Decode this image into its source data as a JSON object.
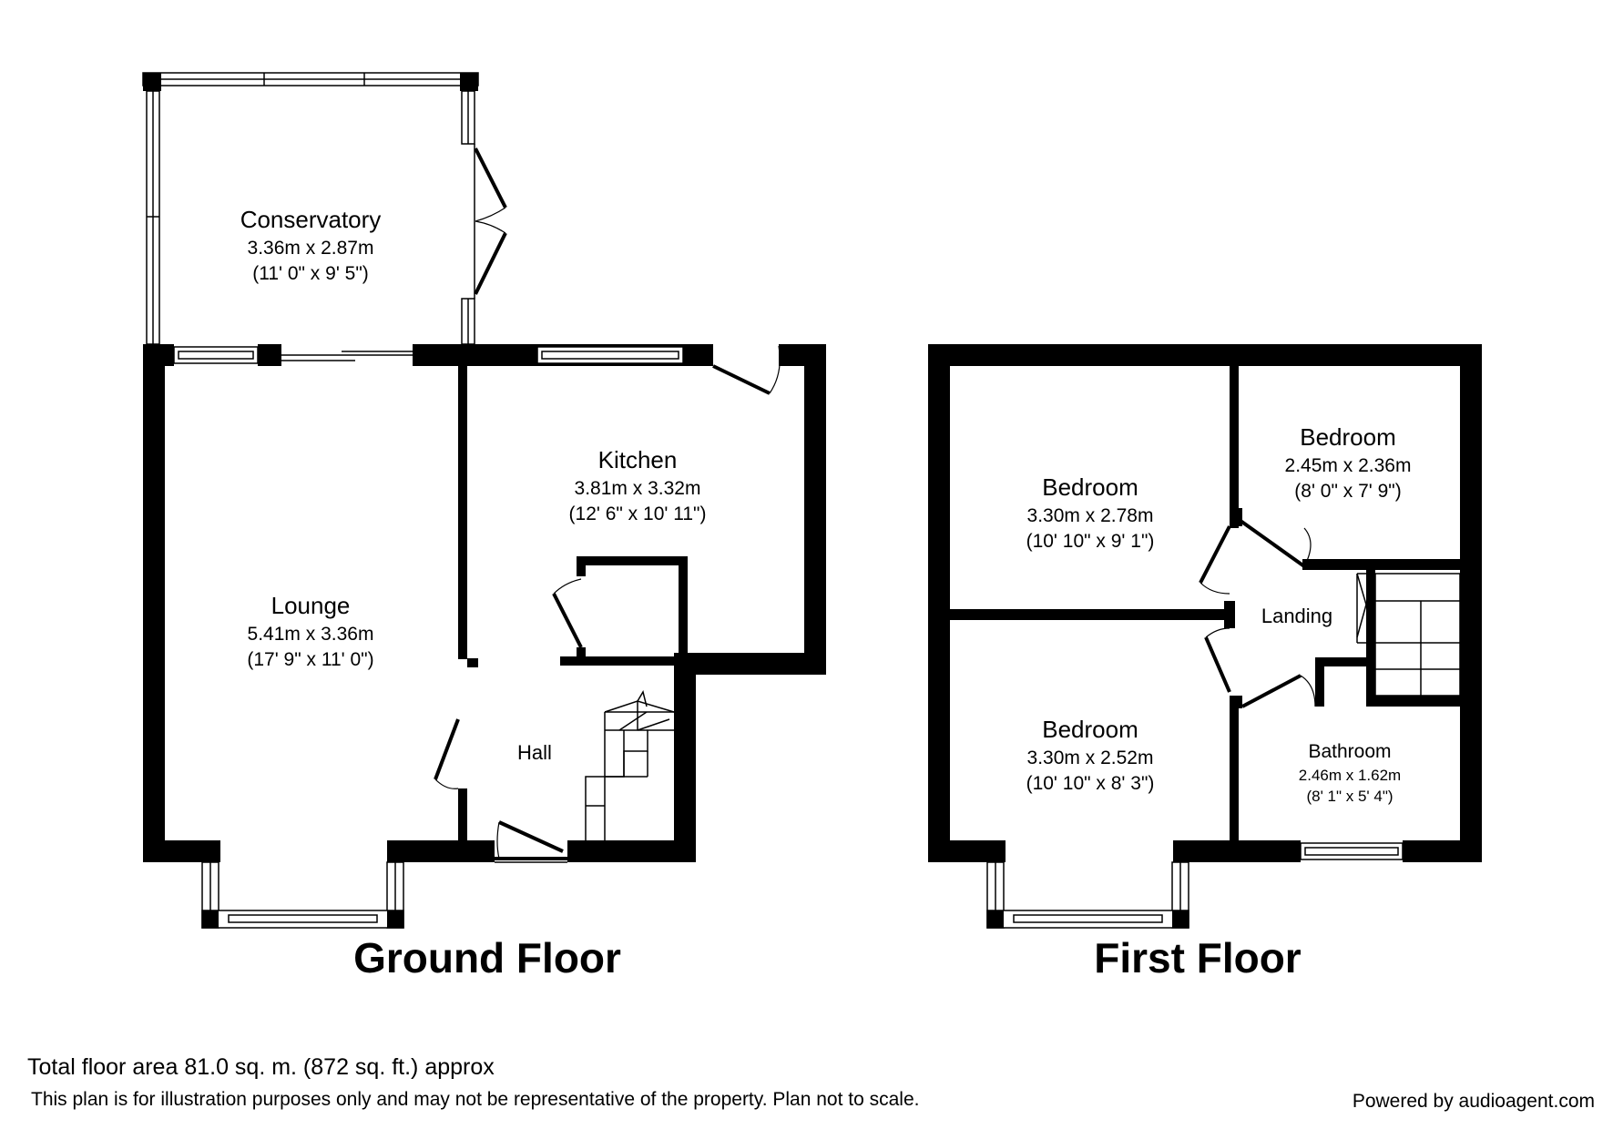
{
  "ground_floor": {
    "title": "Ground Floor",
    "rooms": {
      "conservatory": {
        "name": "Conservatory",
        "size_metric": "3.36m x 2.87m",
        "size_imperial": "(11' 0\" x 9' 5\")"
      },
      "kitchen": {
        "name": "Kitchen",
        "size_metric": "3.81m x 3.32m",
        "size_imperial": "(12' 6\" x 10' 11\")"
      },
      "lounge": {
        "name": "Lounge",
        "size_metric": "5.41m x 3.36m",
        "size_imperial": "(17' 9\" x 11' 0\")"
      },
      "hall": {
        "name": "Hall"
      }
    }
  },
  "first_floor": {
    "title": "First Floor",
    "rooms": {
      "bedroom_1": {
        "name": "Bedroom",
        "size_metric": "3.30m x 2.78m",
        "size_imperial": "(10' 10\" x 9' 1\")"
      },
      "bedroom_2": {
        "name": "Bedroom",
        "size_metric": "2.45m x 2.36m",
        "size_imperial": "(8' 0\" x 7' 9\")"
      },
      "bedroom_3": {
        "name": "Bedroom",
        "size_metric": "3.30m x 2.52m",
        "size_imperial": "(10' 10\" x 8' 3\")"
      },
      "landing": {
        "name": "Landing"
      },
      "bathroom": {
        "name": "Bathroom",
        "size_metric": "2.46m x 1.62m",
        "size_imperial": "(8' 1\" x 5' 4\")"
      }
    }
  },
  "footer": {
    "total_area": "Total floor area 81.0 sq. m. (872 sq. ft.) approx",
    "disclaimer": "This plan is for illustration purposes only and may not be representative of the property. Plan not to scale.",
    "powered_by": "Powered by audioagent.com"
  }
}
